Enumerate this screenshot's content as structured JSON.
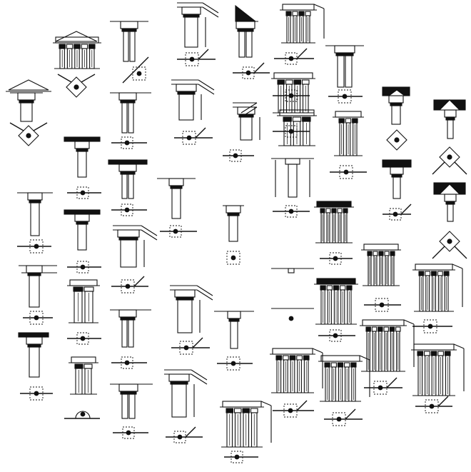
{
  "plate": {
    "background": "#ffffff",
    "ink": "#111111",
    "description_printed": "",
    "columns_of_studies": 10
  },
  "studies": [
    {
      "id": "a1",
      "kind": "pediment-front"
    },
    {
      "id": "a2",
      "kind": "corner-elevation"
    },
    {
      "id": "a3",
      "kind": "single-column"
    },
    {
      "id": "a4",
      "kind": "multi-column"
    },
    {
      "id": "a5",
      "kind": "diamond-plan"
    }
  ]
}
